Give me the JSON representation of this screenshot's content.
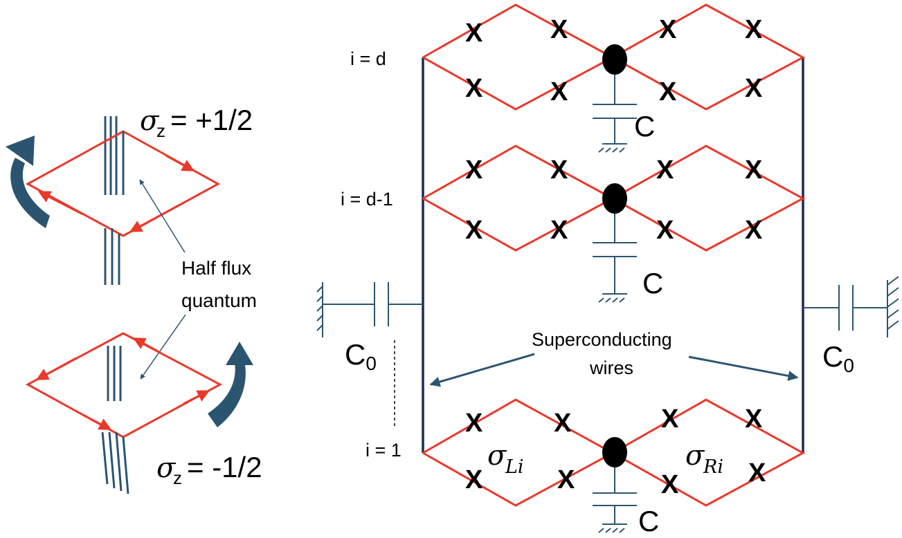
{
  "levels": {
    "top": "i = d",
    "mid": "i = d-1",
    "bottom": "i = 1"
  },
  "capacitor_label": "C",
  "c0_main": "C",
  "c0_sub": "0",
  "sigma_symbol": "σ",
  "sigma_z_sub": "z",
  "sigma_up_value": "= +1/2",
  "sigma_down_value": "= -1/2",
  "sigma_L_sub": "Li",
  "sigma_R_sub": "Ri",
  "junction_mark": "X",
  "half_flux_line1": "Half flux",
  "half_flux_line2": "quantum",
  "wires_line1": "Superconducting",
  "wires_line2": "wires",
  "colors": {
    "loop": "#e8392b",
    "wire": "#1b2a55",
    "annotation": "#2b5470"
  }
}
